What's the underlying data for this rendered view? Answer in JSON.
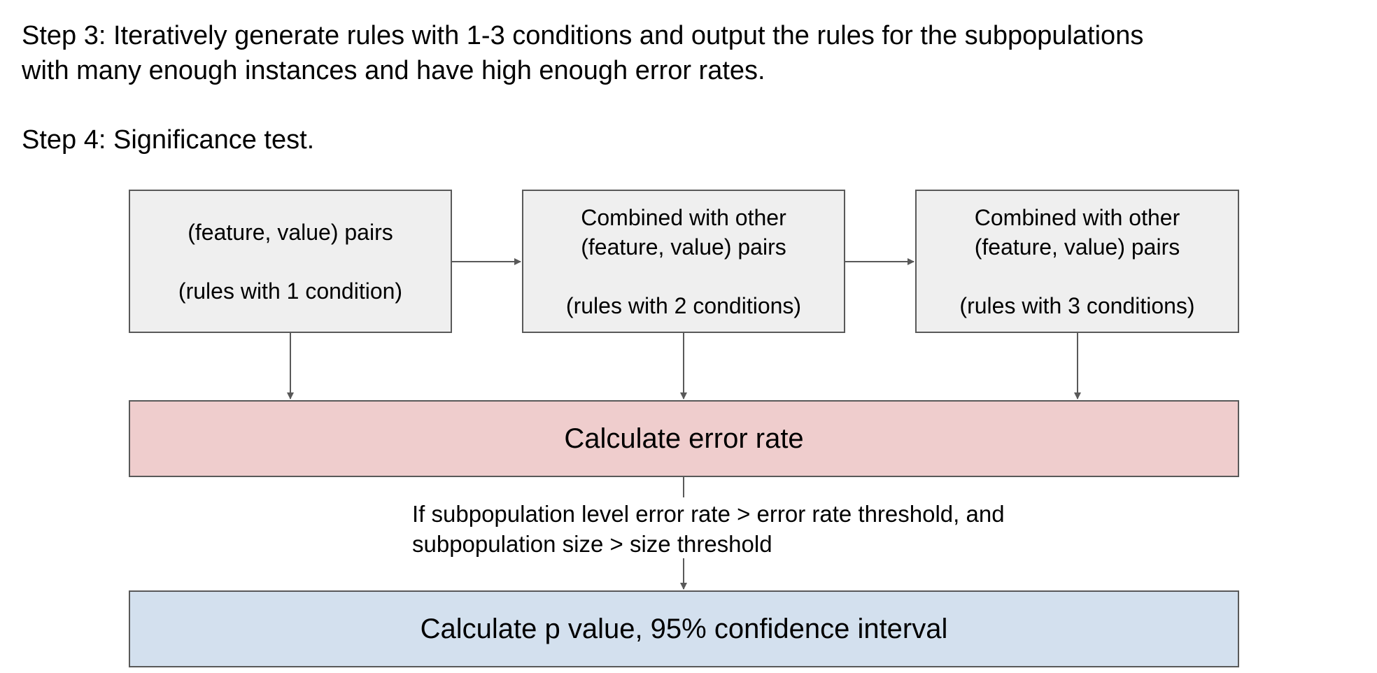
{
  "steps": {
    "step3": "Step 3: Iteratively generate rules with 1-3 conditions and output the rules for the subpopulations\nwith many enough instances and have high enough error rates.",
    "step4": "Step 4: Significance test."
  },
  "diagram": {
    "box1": "(feature, value) pairs\n\n(rules with 1 condition)",
    "box2": "Combined with other\n(feature, value) pairs\n\n(rules with 2 conditions)",
    "box3": "Combined with other\n(feature, value) pairs\n\n(rules with 3 conditions)",
    "error_box": "Calculate error rate",
    "condition": "If subpopulation level error rate > error rate threshold, and\nsubpopulation size > size threshold",
    "pvalue_box": "Calculate p value, 95% confidence interval"
  },
  "colors": {
    "box_gray": "#efefef",
    "box_red": "#efcdcd",
    "box_blue": "#d3e0ee",
    "border": "#595959",
    "arrow": "#595959"
  }
}
